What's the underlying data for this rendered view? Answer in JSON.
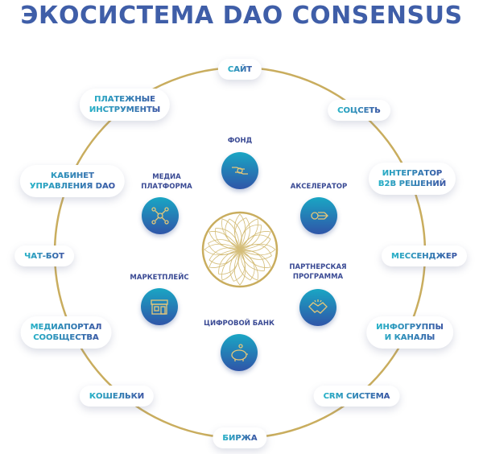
{
  "title": "ЭКОСИСТЕМА DAO CONSENSUS",
  "outer_nodes": [
    {
      "id": "site",
      "lines": [
        "САЙТ"
      ]
    },
    {
      "id": "social",
      "lines": [
        "СОЦСЕТЬ"
      ]
    },
    {
      "id": "payments",
      "lines": [
        "ПЛАТЕЖНЫЕ",
        "ИНСТРУМЕНТЫ"
      ]
    },
    {
      "id": "integrator",
      "lines": [
        "ИНТЕГРАТОР",
        "B2B РЕШЕНИЙ"
      ]
    },
    {
      "id": "cabinet",
      "lines": [
        "КАБИНЕТ",
        "УПРАВЛЕНИЯ DAO"
      ]
    },
    {
      "id": "chatbot",
      "lines": [
        "ЧАТ-БОТ"
      ]
    },
    {
      "id": "messenger",
      "lines": [
        "МЕССЕНДЖЕР"
      ]
    },
    {
      "id": "mediaportal",
      "lines": [
        "МЕДИАПОРТАЛ",
        "СООБЩЕСТВА"
      ]
    },
    {
      "id": "infogroups",
      "lines": [
        "ИНФОГРУППЫ",
        "И КАНАЛЫ"
      ]
    },
    {
      "id": "wallets",
      "lines": [
        "КОШЕЛЬКИ"
      ]
    },
    {
      "id": "crm",
      "lines": [
        "CRM СИСТЕМА"
      ]
    },
    {
      "id": "exchange",
      "lines": [
        "БИРЖА"
      ]
    }
  ],
  "inner_nodes": [
    {
      "id": "fund",
      "lines": [
        "ФОНД"
      ],
      "icon": "hands-coin-icon"
    },
    {
      "id": "media",
      "lines": [
        "МЕДИА",
        "ПЛАТФОРМА"
      ],
      "icon": "network-icon"
    },
    {
      "id": "accelerator",
      "lines": [
        "АКСЕЛЕРАТОР"
      ],
      "icon": "rocket-arrow-icon"
    },
    {
      "id": "marketplace",
      "lines": [
        "МАРКЕТПЛЕЙС"
      ],
      "icon": "store-icon"
    },
    {
      "id": "partner",
      "lines": [
        "ПАРТНЕРСКАЯ",
        "ПРОГРАММА"
      ],
      "icon": "handshake-icon"
    },
    {
      "id": "bank",
      "lines": [
        "ЦИФРОВОЙ БАНК"
      ],
      "icon": "piggy-bank-icon"
    }
  ],
  "colors": {
    "title": "#3f5ea8",
    "gold": "#c9ad5e",
    "icon_top": "#1aa6c4",
    "icon_bottom": "#2f55a8"
  }
}
